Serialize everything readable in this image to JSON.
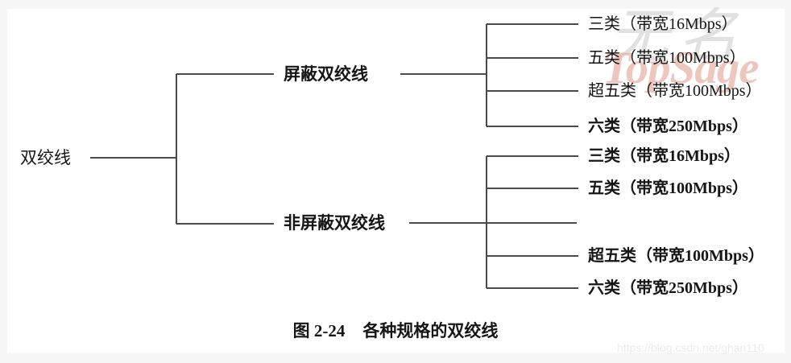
{
  "figure": {
    "caption_number": "图 2-24",
    "caption_title": "各种规格的双绞线",
    "root": {
      "label": "双绞线"
    },
    "branches": [
      {
        "id": "stp",
        "label": "屏蔽双绞线",
        "leaves": [
          {
            "label": "三类（带宽16Mbps）"
          },
          {
            "label": "五类（带宽100Mbps）"
          },
          {
            "label": "超五类（带宽100Mbps）"
          },
          {
            "label": "六类（带宽250Mbps）"
          }
        ]
      },
      {
        "id": "utp",
        "label": "非屏蔽双绞线",
        "leaves": [
          {
            "label": "三类（带宽16Mbps）"
          },
          {
            "label": "五类（带宽100Mbps）"
          },
          {
            "label": ""
          },
          {
            "label": "超五类（带宽100Mbps）"
          },
          {
            "label": "六类（带宽250Mbps）"
          }
        ]
      }
    ]
  },
  "watermarks": {
    "cjk_mark": "无名",
    "brand_mark": "TopSage",
    "url_mark": "https://blog.csdn.net/ghan110"
  },
  "colors": {
    "page_background": "#f7f7f8",
    "canvas_background": "#ffffff",
    "line_color": "#4a4a4a",
    "text_color": "#161616",
    "brand_watermark": "#e8b5a8",
    "url_watermark": "#ececec"
  }
}
